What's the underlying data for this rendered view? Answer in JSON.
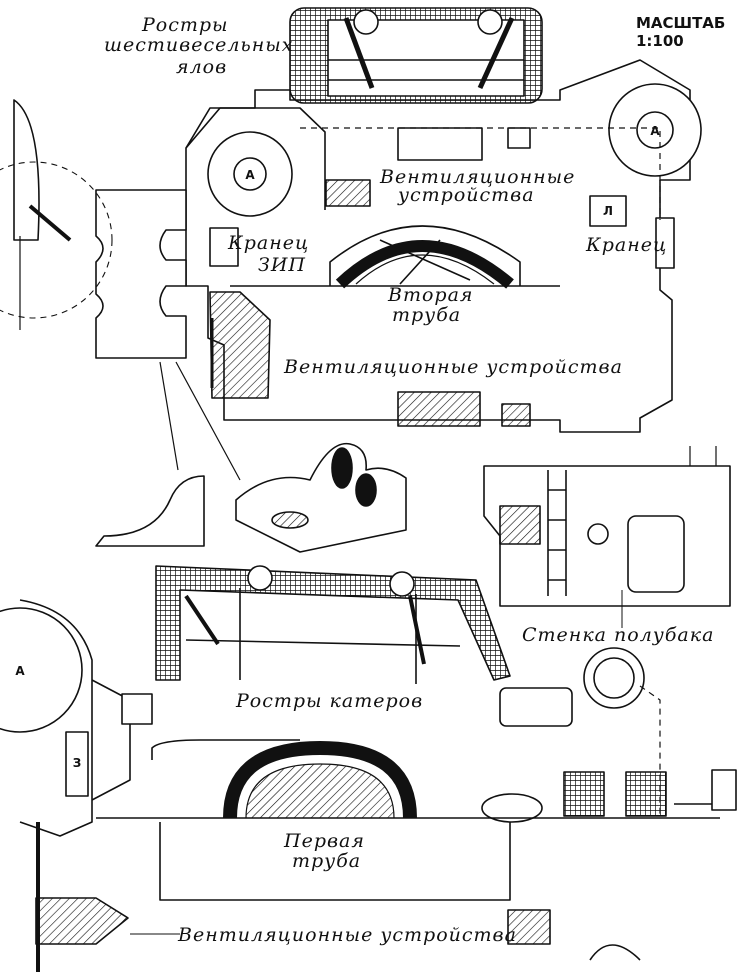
{
  "scale": "МАСШТАБ 1:100",
  "labels": {
    "rostry_yal_1": "Ростры",
    "rostry_yal_2": "шестивесельных",
    "rostry_yal_3": "ялов",
    "vent_top_1": "Вентиляционные",
    "vent_top_2": "устройства",
    "kranets_zip_1": "Кранец",
    "kranets_zip_2": "ЗИП",
    "kranets_right": "Кранец",
    "vtoraya_1": "Вторая",
    "vtoraya_2": "труба",
    "vent_mid": "Вентиляционные устройства",
    "stenka": "Стенка полубака",
    "rostry_kater": "Ростры катеров",
    "pervaya_1": "Первая",
    "pervaya_2": "труба",
    "vent_bottom": "Вентиляционные устройства"
  },
  "marks": {
    "a_left": "A",
    "a_right": "A",
    "l": "Л",
    "a_bottom": "A",
    "z": "З"
  }
}
